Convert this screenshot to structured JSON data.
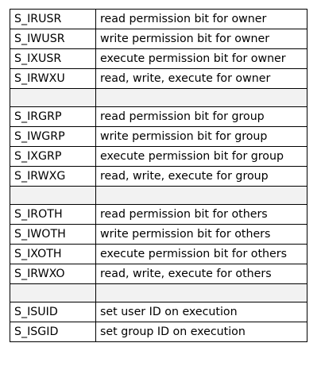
{
  "rows": [
    {
      "constant": "S_IRUSR",
      "description": "read permission bit for owner"
    },
    {
      "constant": "S_IWUSR",
      "description": "write permission bit for owner"
    },
    {
      "constant": "S_IXUSR",
      "description": "execute permission bit for owner"
    },
    {
      "constant": "S_IRWXU",
      "description": "read, write, execute for owner"
    },
    {
      "constant": "",
      "description": ""
    },
    {
      "constant": "S_IRGRP",
      "description": "read permission bit for group"
    },
    {
      "constant": "S_IWGRP",
      "description": "write permission bit for group"
    },
    {
      "constant": "S_IXGRP",
      "description": "execute permission bit for group"
    },
    {
      "constant": "S_IRWXG",
      "description": "read, write, execute for group"
    },
    {
      "constant": "",
      "description": ""
    },
    {
      "constant": "S_IROTH",
      "description": "read permission bit for others"
    },
    {
      "constant": "S_IWOTH",
      "description": "write permission bit for others"
    },
    {
      "constant": "S_IXOTH",
      "description": "execute permission bit for others"
    },
    {
      "constant": "S_IRWXO",
      "description": "read, write, execute for others"
    },
    {
      "constant": "",
      "description": ""
    },
    {
      "constant": "S_ISUID",
      "description": "set user ID on execution"
    },
    {
      "constant": "S_ISGID",
      "description": "set group ID on execution"
    }
  ],
  "colors": {
    "spacer_row": "#f2f2f2",
    "border": "#000000"
  }
}
